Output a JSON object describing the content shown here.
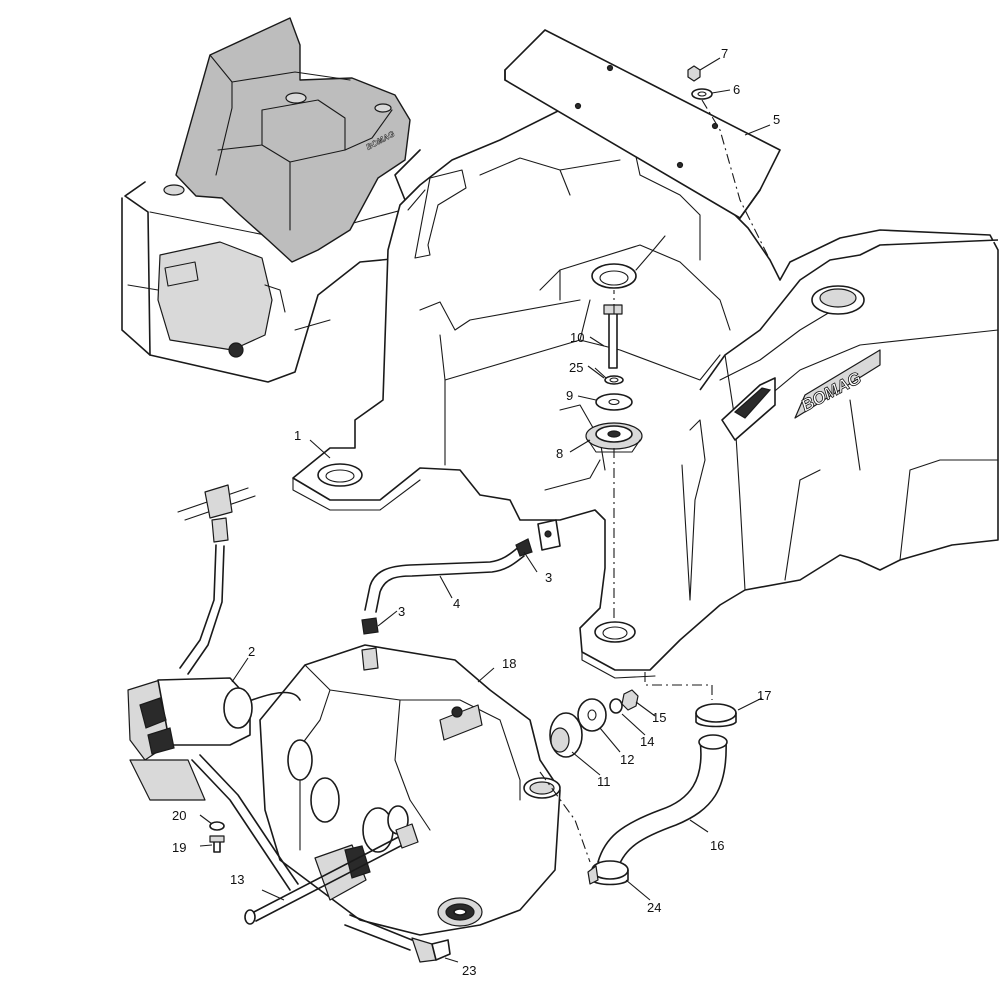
{
  "brand_text": "BOMAG",
  "callouts": [
    {
      "id": "1",
      "label": "1"
    },
    {
      "id": "2",
      "label": "2"
    },
    {
      "id": "3a",
      "label": "3"
    },
    {
      "id": "3b",
      "label": "3"
    },
    {
      "id": "4",
      "label": "4"
    },
    {
      "id": "5",
      "label": "5"
    },
    {
      "id": "6",
      "label": "6"
    },
    {
      "id": "7",
      "label": "7"
    },
    {
      "id": "8",
      "label": "8"
    },
    {
      "id": "9",
      "label": "9"
    },
    {
      "id": "10",
      "label": "10"
    },
    {
      "id": "11",
      "label": "11"
    },
    {
      "id": "12",
      "label": "12"
    },
    {
      "id": "13",
      "label": "13"
    },
    {
      "id": "14",
      "label": "14"
    },
    {
      "id": "15",
      "label": "15"
    },
    {
      "id": "16",
      "label": "16"
    },
    {
      "id": "17",
      "label": "17"
    },
    {
      "id": "18",
      "label": "18"
    },
    {
      "id": "19",
      "label": "19"
    },
    {
      "id": "20",
      "label": "20"
    },
    {
      "id": "23",
      "label": "23"
    },
    {
      "id": "24",
      "label": "24"
    },
    {
      "id": "25",
      "label": "25"
    }
  ]
}
